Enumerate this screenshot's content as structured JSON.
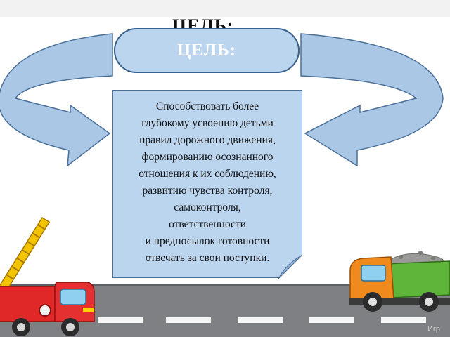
{
  "slide": {
    "title": "ЦЕЛЬ:",
    "goal_label": "ЦЕЛЬ:",
    "goal_text_lines": [
      "Способствовать более",
      "глубокому усвоению детьми",
      "правил дорожного движения,",
      "формированию осознанного",
      "отношения к их соблюдению,",
      "развитию чувства контроля,",
      "самоконтроля,",
      "ответственности",
      "и предпосылок готовности",
      "отвечать за свои поступки."
    ],
    "watermark": "Игр"
  },
  "colors": {
    "card_fill": "#bcd5ee",
    "card_border": "#4a6f99",
    "arrow_fill": "#aac8e6",
    "road": "#7f8083"
  },
  "icons": [
    "curved-arrow-left",
    "curved-arrow-right",
    "fire-truck",
    "dump-truck"
  ]
}
